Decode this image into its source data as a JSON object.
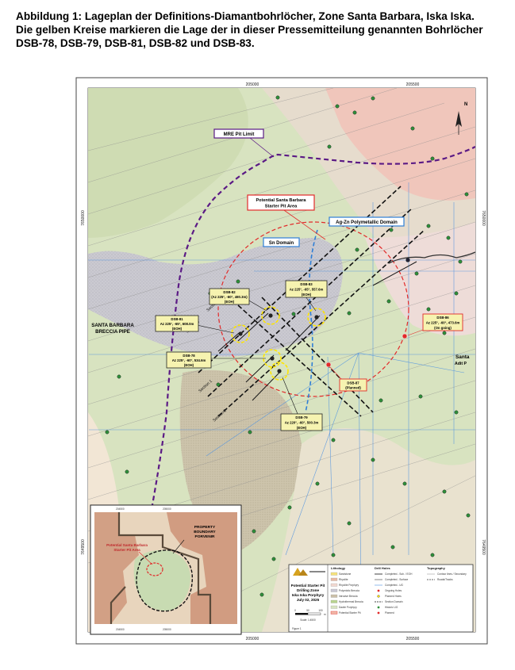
{
  "caption": {
    "line1": "Abbildung 1: Lageplan der Definitions-Diamantbohrlöcher, Zone Santa Barbara, Iska Iska.",
    "line2": "Die gelben Kreise markieren die Lage der in dieser Pressemitteilung genannten Bohrlöcher",
    "line3": "DSB-78, DSB-79, DSB-81, DSB-82 und DSB-83."
  },
  "coords": {
    "top_left": "205000",
    "top_right": "205500",
    "bottom_left": "205000",
    "bottom_right": "205500",
    "left_upper": "7650000",
    "left_lower": "7649500",
    "right_upper": "7650000",
    "right_lower": "7649500"
  },
  "labels": {
    "mre_pit": "MRE Pit Limit",
    "starter_line1": "Potential Santa Barbara",
    "starter_line2": "Starter Pit Area",
    "ag_zn": "Ag-Zn Polymetallic Domain",
    "sn_domain": "Sn Domain",
    "breccia_line1": "SANTA BARBARA",
    "breccia_line2": "BRECCIA PIPE",
    "santa_adit_line1": "Santa",
    "santa_adit_line2": "Adit P",
    "north": "N"
  },
  "sections": [
    "Section 4",
    "Section 3",
    "Section 2",
    "Section 1"
  ],
  "callouts": {
    "dsb82": [
      "DSB-82",
      "(Az 225°, -60°, 480.3m)",
      "(EOH)"
    ],
    "dsb83": [
      "DSB-83",
      "Az 225°, -65°, 557.6m",
      "(EOH)"
    ],
    "dsb81": [
      "DSB-81",
      "Az 225°, -65°, 608.0m",
      "(EOH)"
    ],
    "dsb78": [
      "DSB-78",
      "Az 225°, -60°, 534.6m",
      "(EOH)"
    ],
    "dsb79": [
      "DSB-79",
      "Az 220°, -60°, 500.3m",
      "(EOH)"
    ],
    "dsb86": [
      "DSB-86",
      "Az 225°, -60°, 473.6m",
      "(On going)"
    ],
    "dsb87": [
      "DSB-87",
      "(Planned)"
    ]
  },
  "inset": {
    "starter_line1": "Potential Santa Barbara",
    "starter_line2": "Starter Pit Area",
    "property_line1": "PROPERTY",
    "property_line2": "BOUNDARY",
    "property_line3": "PORVENIR",
    "coord_top_left": "204500",
    "coord_top_mid": "205000",
    "coord_bottom_left": "204500",
    "coord_bottom_mid": "205000"
  },
  "titleblock": {
    "line1": "Potential Starter Pit",
    "line2": "Drilling Zone",
    "line3": "Iska Iska Porphyry",
    "line4": "July 02, 2025",
    "scale_ticks": [
      "0",
      "50",
      "100"
    ],
    "scale_unit": "m",
    "scale_ratio": "Scale: 1:4500",
    "figure": "Figure 1"
  },
  "legend": {
    "lithology_title": "Lithology",
    "drill_title": "Drill Holes",
    "topo_title": "Topography",
    "lithology": [
      "Sandstone",
      "Rhyolite",
      "Rhyolite Porphyry",
      "Polymictic Breccia",
      "Intrusive Breccia",
      "Hydrothermal Breccia",
      "Dacite Porphyry",
      "Potential Starter Pit"
    ],
    "drill": [
      "Completed - Sub. / EOH",
      "Completed - Surface",
      "Completed - UG",
      "Ongoing Holes",
      "Planned Holes",
      "Section Domain",
      "Historic UG",
      "Planned"
    ],
    "topo": [
      "Contour lines / Secondary",
      "Roads/Tracks"
    ]
  },
  "colors": {
    "pit_limit": "#5b1a85",
    "starter_pit": "#e22a2a",
    "sn_domain": "#2f7fd6",
    "callout_fill": "#f6f3b0",
    "drill_trace": "#1a1a1a",
    "green_collar": "#2e8f3a",
    "hole_circle": "#ffe600"
  }
}
